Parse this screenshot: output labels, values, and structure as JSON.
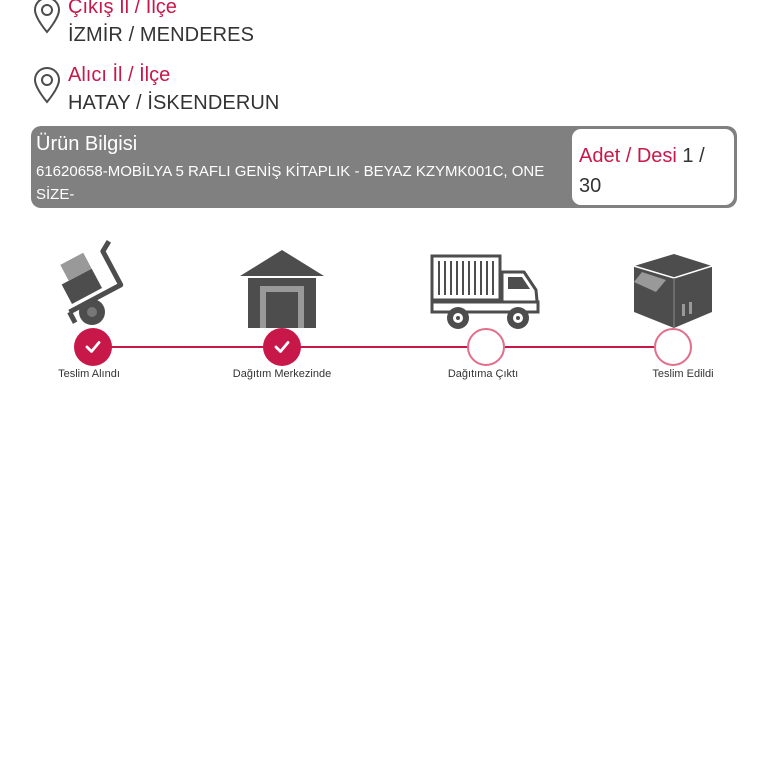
{
  "origin": {
    "label": "Çıkış İl / İlçe",
    "value": "İZMİR / MENDERES"
  },
  "destination": {
    "label": "Alıcı İl / İlçe",
    "value": "HATAY / İSKENDERUN"
  },
  "product": {
    "title": "Ürün Bilgisi",
    "description": "61620658-MOBİLYA 5 RAFLI GENİŞ KİTAPLIK - BEYAZ KZYMK001C, ONE SİZE-",
    "qty_label": "Adet / Desi",
    "qty_value": "1 / 30"
  },
  "colors": {
    "accent": "#c8184a",
    "panel": "#808080",
    "icon": "#4d4d4d"
  },
  "steps": [
    {
      "label": "Teslim Alındı",
      "icon": "hand-truck-icon",
      "done": true
    },
    {
      "label": "Dağıtım Merkezinde",
      "icon": "warehouse-icon",
      "done": true
    },
    {
      "label": "Dağıtıma Çıktı",
      "icon": "delivery-truck-icon",
      "done": false
    },
    {
      "label": "Teslim Edildi",
      "icon": "package-box-icon",
      "done": false
    }
  ]
}
